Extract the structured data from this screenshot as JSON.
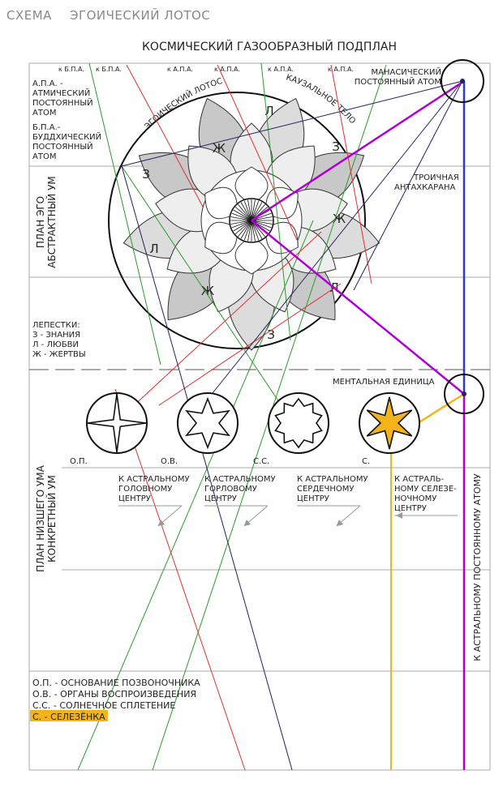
{
  "header": {
    "scheme": "СХЕМА",
    "lotus": "ЭГОИЧЕСКИЙ ЛОТОС"
  },
  "title": "КОСМИЧЕСКИЙ ГАЗООБРАЗНЫЙ ПОДПЛАН",
  "top_labels": {
    "kbpa": "к Б.П.А.",
    "kapa": "к А.П.А."
  },
  "left_notes": {
    "apa": [
      "А.П.А. -",
      "АТМИЧЕСКИЙ",
      "ПОСТОЯННЫЙ",
      "АТОМ"
    ],
    "bpa": [
      "Б.П.А.-",
      "БУДДХИЧЕСКИЙ",
      "ПОСТОЯННЫЙ",
      "АТОМ"
    ],
    "petals": [
      "ЛЕПЕСТКИ:",
      "З - ЗНАНИЯ",
      "Л - ЛЮБВИ",
      "Ж - ЖЕРТВЫ"
    ]
  },
  "planes": {
    "ego": [
      "ПЛАН ЭГО",
      "АБСТРАКТНЫЙ УМ"
    ],
    "lower": [
      "ПЛАН НИЗШЕГО УМА",
      "КОНКРЕТНЫЙ УМ"
    ]
  },
  "lotus_labels": {
    "ego_lotus": "ЭГОИЧЕСКИЙ ЛОТОС",
    "causal": "КАУЗАЛЬНОЕ ТЕЛО"
  },
  "petal_letters": [
    "Л",
    "Ж",
    "З",
    "З",
    "Ж",
    "Л",
    "Л",
    "Ж",
    "З"
  ],
  "right_labels": {
    "manas": [
      "МАНАСИЧЕСКИЙ",
      "ПОСТОЯННЫЙ АТОМ"
    ],
    "antah": [
      "ТРОИЧНАЯ",
      "АНТАХКАРАНА"
    ],
    "mental": "МЕНТАЛЬНАЯ ЕДИНИЦА",
    "vertical": "К АСТРАЛЬНОМУ ПОСТОЯННОМУ АТОМУ"
  },
  "chakras": [
    {
      "label": "О.П.",
      "center": [
        "К АСТРАЛЬНОМУ",
        "ГОЛОВНОМУ",
        "ЦЕНТРУ"
      ]
    },
    {
      "label": "О.В.",
      "center": [
        "К АСТРАЛЬНОМУ",
        "ГОРЛОВОМУ",
        "ЦЕНТРУ"
      ]
    },
    {
      "label": "С.С.",
      "center": [
        "К АСТРАЛЬНОМУ",
        "СЕРДЕЧНОМУ",
        "ЦЕНТРУ"
      ]
    },
    {
      "label": "С.",
      "center": [
        "К АСТРАЛЬ-",
        "НОМУ СЕЛЕЗЕ-",
        "НОЧНОМУ",
        "ЦЕНТРУ"
      ]
    }
  ],
  "legend": [
    "О.П. - ОСНОВАНИЕ ПОЗВОНОЧНИКА",
    "О.В. - ОРГАНЫ ВОСПРОИЗВЕДЕНИЯ",
    "С.С. - СОЛНЕЧНОЕ СПЛЕТЕНИЕ",
    "С. - СЕЛЕЗЁНКА"
  ],
  "colors": {
    "green": "#2c9a2c",
    "red": "#e03030",
    "navy": "#22225a",
    "blue": "#2a3fbf",
    "purple": "#b000d8",
    "gold": "#f2b418",
    "grey": "#999999"
  }
}
